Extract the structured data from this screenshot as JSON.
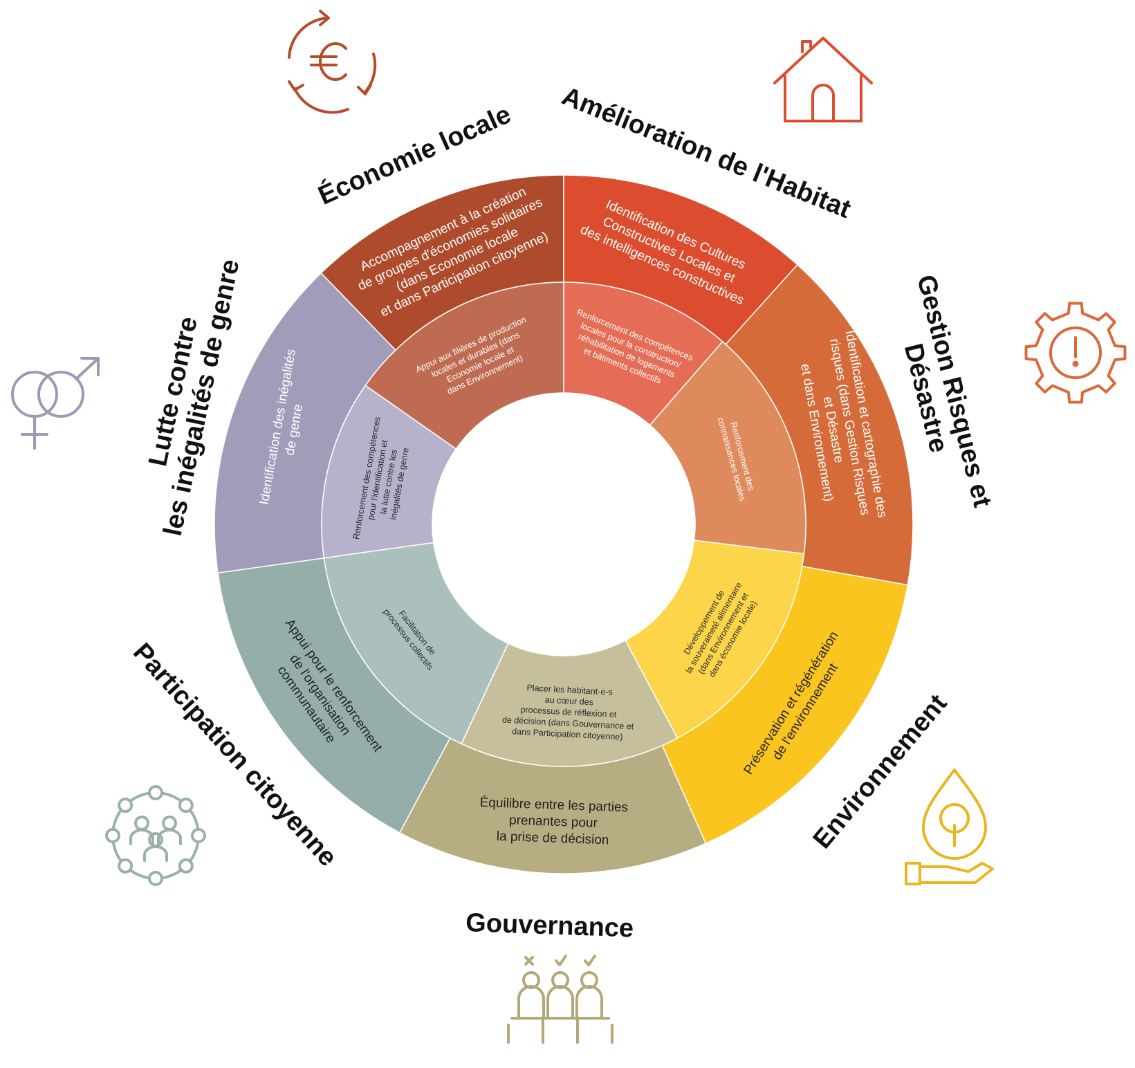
{
  "center": {
    "hole_color": "#ffffff"
  },
  "sectors": [
    {
      "id": "economie-locale",
      "title": [
        "Économie locale"
      ],
      "outer_color": "#ae4b2d",
      "inner_color": "#bf6b51",
      "outer_text": [
        "Accompagnement à la création",
        "de groupes d'économies solidaires",
        "(dans Economie locale",
        "et dans Participation citoyenne)"
      ],
      "inner_text": [
        "Appui aux filières de production",
        "locales et durables (dans",
        "Economie locale et",
        "dans Environnement)"
      ],
      "icon": "euro-cycle-icon",
      "icon_color": "#b54c2c"
    },
    {
      "id": "habitat",
      "title": [
        "Amélioration de l'Habitat"
      ],
      "outer_color": "#dc4d2f",
      "inner_color": "#e56d55",
      "outer_text": [
        "Identification des Cultures",
        "Constructives Locales et",
        "des intelligences constructives"
      ],
      "inner_text": [
        "Renforcement des compétences",
        "locales pour la construction/",
        "réhabilitation de logements",
        "et bâtiments collectifs"
      ],
      "icon": "house-icon",
      "icon_color": "#dc4d2f"
    },
    {
      "id": "risques",
      "title": [
        "Gestion Risques et",
        "Désastre"
      ],
      "outer_color": "#d56b39",
      "inner_color": "#df8a5c",
      "outer_text": [
        "Identification et cartographie des",
        "risques (dans Gestion Risques",
        "et Désastre",
        "et dans Environnement)"
      ],
      "inner_text": [
        "Renforcement des",
        "connaissances locales"
      ],
      "icon": "gear-alert-icon",
      "icon_color": "#d96a3a"
    },
    {
      "id": "environnement",
      "title": [
        "Environnement"
      ],
      "outer_color": "#fbc520",
      "inner_color": "#fdd54b",
      "outer_text": [
        "Préservation et régénération",
        "de l'environnement"
      ],
      "inner_text": [
        "Développement de",
        "la souveraineté alimentaire",
        "(dans Environnement et",
        "dans économie locale)"
      ],
      "icon": "eco-drop-hand-icon",
      "icon_color": "#e9b620"
    },
    {
      "id": "gouvernance",
      "title": [
        "Gouvernance"
      ],
      "outer_color": "#b6ad82",
      "inner_color": "#c5bf9c",
      "outer_text": [
        "Équilibre entre les parties",
        "prenantes pour",
        "la prise de décision"
      ],
      "inner_text": [
        "Placer les habitant-e-s",
        "au cœur des",
        "processus de réflexion et",
        "de décision (dans Gouvernance et",
        "dans Participation citoyenne)"
      ],
      "icon": "meeting-vote-icon",
      "icon_color": "#b3a878"
    },
    {
      "id": "participation",
      "title": [
        "Participation citoyenne"
      ],
      "outer_color": "#96aea9",
      "inner_color": "#abc0bc",
      "outer_text": [
        "Appui pour le renforcement",
        "de l'organisation",
        "communautaire"
      ],
      "inner_text": [
        "Facilitation de",
        "processus collectifs"
      ],
      "icon": "community-network-icon",
      "icon_color": "#9bb0ab"
    },
    {
      "id": "genre",
      "title": [
        "Lutte contre",
        "les inégalités de genre"
      ],
      "outer_color": "#a19cb9",
      "inner_color": "#b6b2cb",
      "outer_text": [
        "Identification des inégalités",
        "de genre"
      ],
      "inner_text": [
        "Renforcement des compétences",
        "pour l'identification et",
        "la lutte contre les",
        "inégalités de genre"
      ],
      "icon": "gender-symbols-icon",
      "icon_color": "#9d98b4"
    }
  ]
}
